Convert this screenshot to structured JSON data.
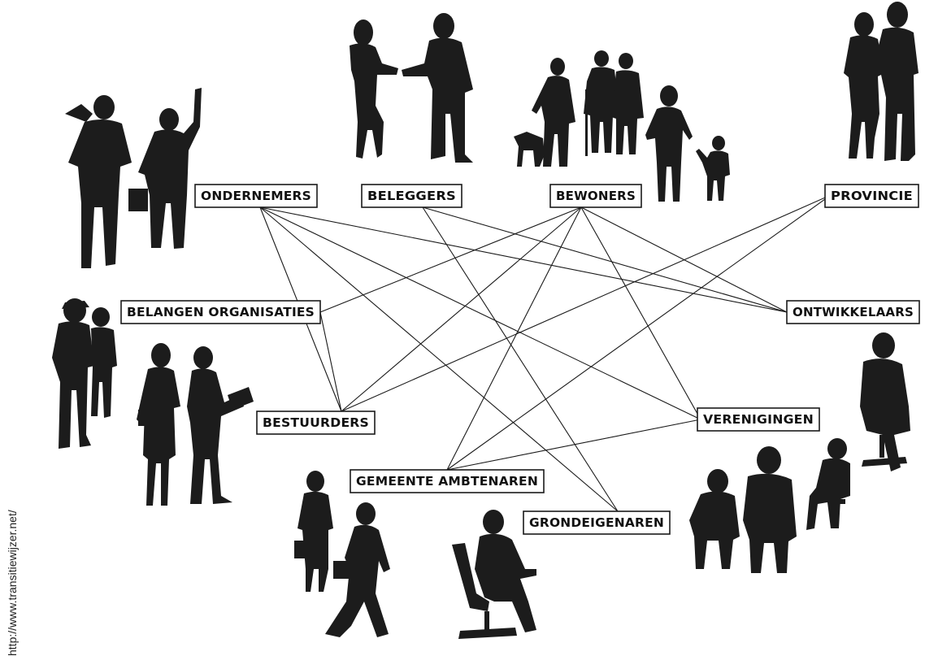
{
  "nodes": [
    {
      "id": "ondernemers",
      "label": "ONDERNEMERS"
    },
    {
      "id": "beleggers",
      "label": "BELEGGERS"
    },
    {
      "id": "bewoners",
      "label": "BEWONERS"
    },
    {
      "id": "provincie",
      "label": "PROVINCIE"
    },
    {
      "id": "belangen",
      "label": "BELANGEN ORGANISATIES"
    },
    {
      "id": "ontwikkelaars",
      "label": "ONTWIKKELAARS"
    },
    {
      "id": "bestuurders",
      "label": "BESTUURDERS"
    },
    {
      "id": "verenigingen",
      "label": "VERENIGINGEN"
    },
    {
      "id": "gemeente",
      "label": "GEMEENTE AMBTENAREN"
    },
    {
      "id": "grondeigenaren",
      "label": "GRONDEIGENAREN"
    }
  ],
  "edges": [
    [
      "ondernemers",
      "ontwikkelaars"
    ],
    [
      "ondernemers",
      "verenigingen"
    ],
    [
      "ondernemers",
      "grondeigenaren"
    ],
    [
      "ondernemers",
      "bestuurders"
    ],
    [
      "beleggers",
      "ontwikkelaars"
    ],
    [
      "beleggers",
      "grondeigenaren"
    ],
    [
      "bewoners",
      "belangen"
    ],
    [
      "bewoners",
      "bestuurders"
    ],
    [
      "bewoners",
      "gemeente"
    ],
    [
      "bewoners",
      "verenigingen"
    ],
    [
      "bewoners",
      "ontwikkelaars"
    ],
    [
      "provincie",
      "bestuurders"
    ],
    [
      "provincie",
      "gemeente"
    ],
    [
      "belangen",
      "bestuurders"
    ],
    [
      "verenigingen",
      "gemeente"
    ]
  ],
  "source": "http://www.transitiewijzer.net/",
  "colors": {
    "ink": "#1c1c1c",
    "background": "#ffffff"
  }
}
